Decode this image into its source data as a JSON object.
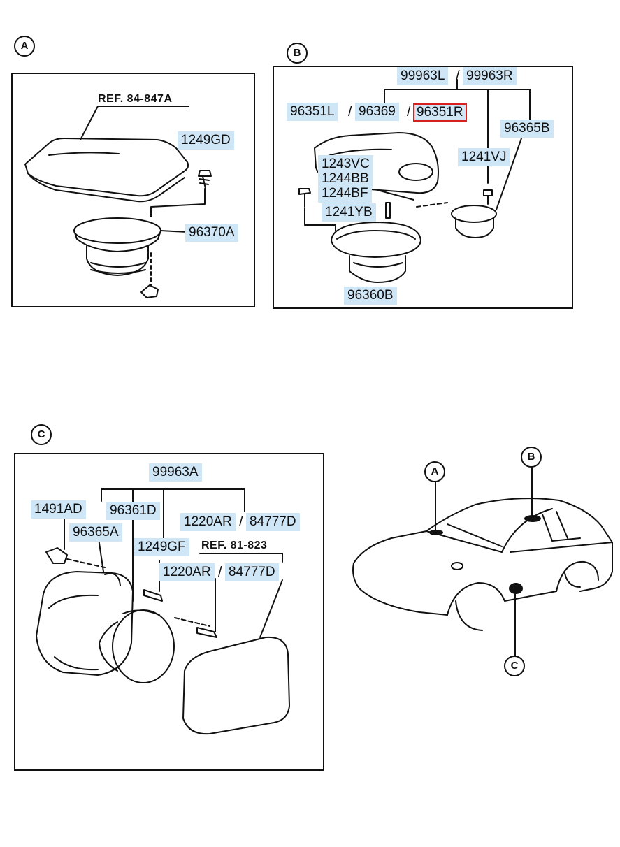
{
  "sections": {
    "a": {
      "marker": "A",
      "ref": "REF. 84-847A",
      "labels": [
        "1249GD",
        "96370A"
      ]
    },
    "b": {
      "marker": "B",
      "labels": [
        "99963L",
        "99963R",
        "96351L",
        "96369",
        "96351R",
        "96365B",
        "1241VJ",
        "1243VC",
        "1244BB",
        "1244BF",
        "1241YB",
        "96360B"
      ],
      "highlighted": "96351R"
    },
    "c": {
      "marker": "C",
      "ref": "REF. 81-823",
      "labels": [
        "99963A",
        "1491AD",
        "96361D",
        "96365A",
        "1220AR",
        "84777D",
        "1249GF",
        "1220AR",
        "84777D"
      ]
    }
  },
  "car": {
    "markers": [
      "A",
      "B",
      "C"
    ]
  },
  "colors": {
    "label_bg": "#cfe6f7",
    "highlight_border": "#d92020",
    "line": "#111111"
  }
}
